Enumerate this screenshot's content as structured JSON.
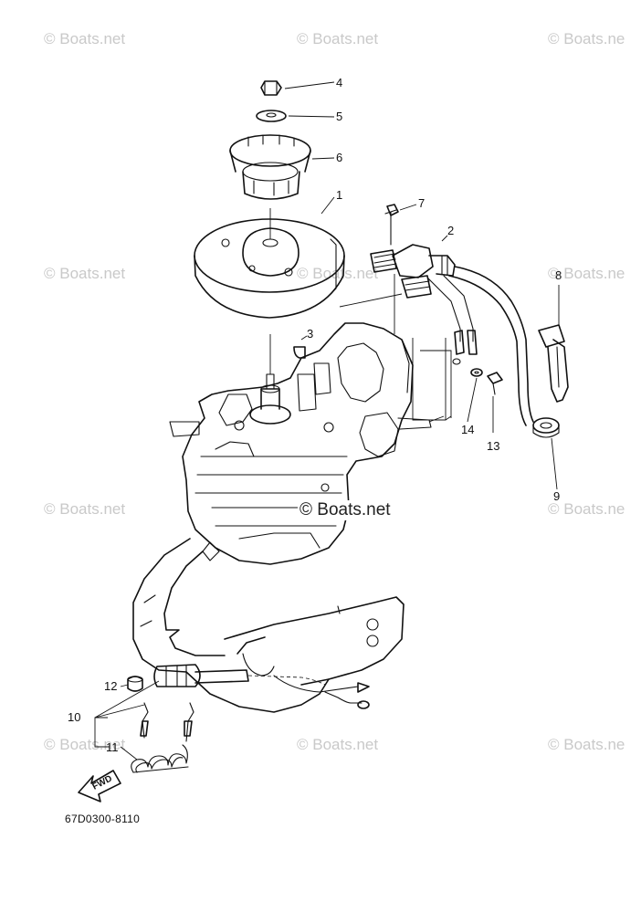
{
  "diagram": {
    "watermarks": [
      "© Boats.net",
      "© Boats.net",
      "© Boats.ne",
      "© Boats.net",
      "© Boats.net",
      "© Boats.ne",
      "© Boats.net",
      "© Boats.ne",
      "© Boats.net",
      "© Boats.net",
      "© Boats.ne"
    ],
    "center_watermark": "© Boats.net",
    "callouts": [
      "1",
      "2",
      "3",
      "4",
      "5",
      "6",
      "7",
      "8",
      "9",
      "10",
      "11",
      "12",
      "13",
      "14"
    ],
    "fwd_label": "FWD",
    "diagram_code": "67D0300-8110"
  }
}
